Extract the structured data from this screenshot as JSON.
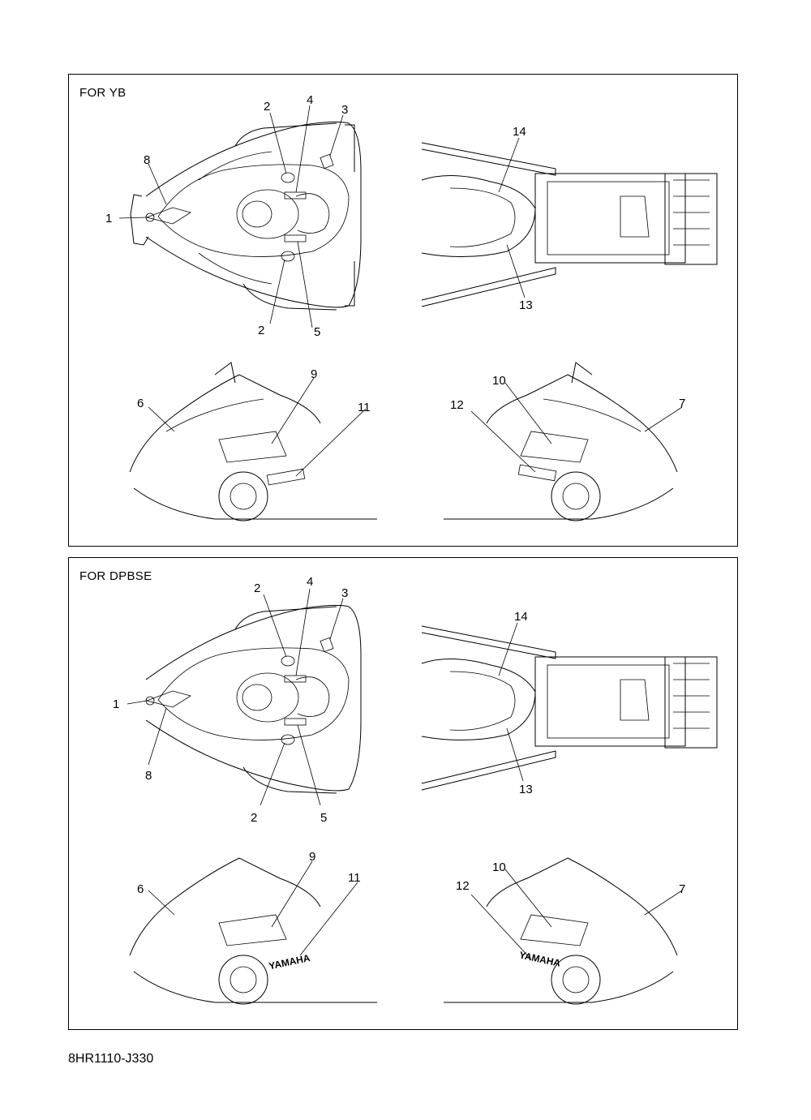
{
  "panels": [
    {
      "title": "FOR YB",
      "callouts": [
        "1",
        "2",
        "3",
        "4",
        "5",
        "6",
        "7",
        "8",
        "9",
        "10",
        "11",
        "12",
        "13",
        "14"
      ]
    },
    {
      "title": "FOR DPBSE",
      "callouts": [
        "1",
        "2",
        "3",
        "4",
        "5",
        "6",
        "7",
        "8",
        "9",
        "10",
        "11",
        "12",
        "13",
        "14"
      ]
    }
  ],
  "decal_text": "YAMAHA",
  "document_code": "8HR1110-J330"
}
